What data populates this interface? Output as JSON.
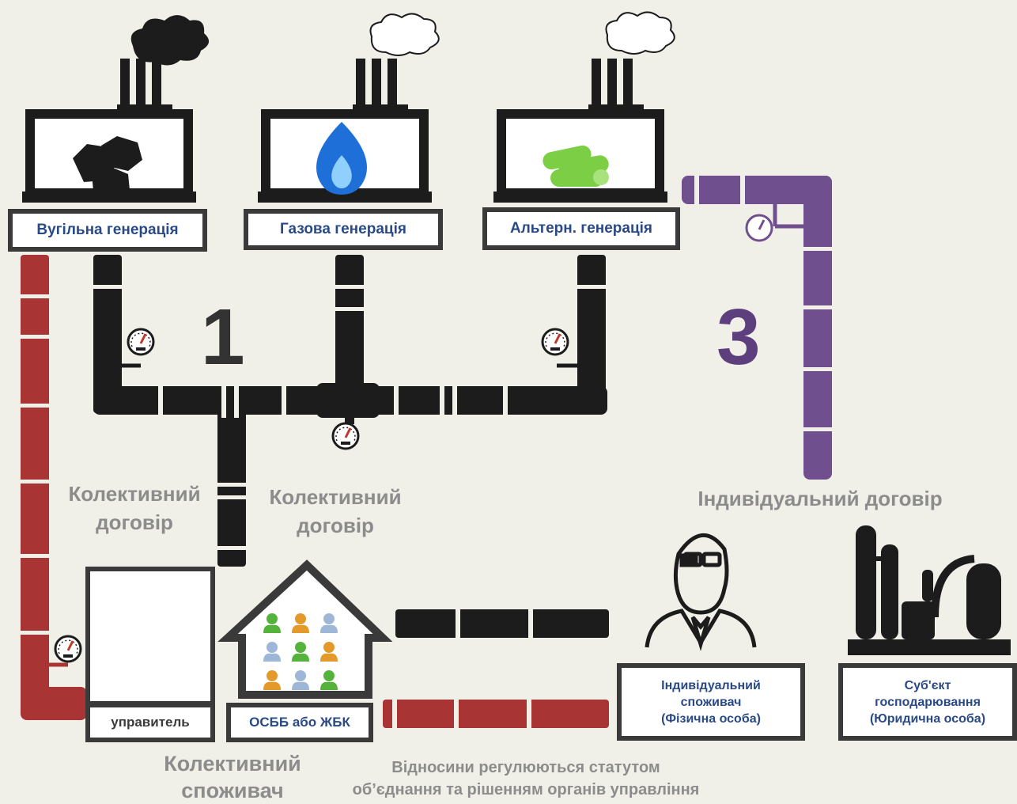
{
  "generators": {
    "coal": "Вугільна генерація",
    "gas": "Газова генерація",
    "alt": "Альтерн. генерація"
  },
  "numbers": {
    "one": "1",
    "three": "3"
  },
  "contracts": {
    "collective_left": "Колективний договір",
    "collective_mid": "Колективний договір",
    "individual": "Індивідуальний договір"
  },
  "consumers": {
    "manager": "управитель",
    "osbb": "ОСББ або ЖБК",
    "individual_line1": "Індивідуальний",
    "individual_line2": "споживач",
    "individual_line3": "(Фізична особа)",
    "entity_line1": "Суб'єкт",
    "entity_line2": "господарювання",
    "entity_line3": "(Юридична особа)"
  },
  "captions": {
    "collective_consumer": "Колективний споживач",
    "relations_line1": "Відносини регулюються статутом",
    "relations_line2": "об’єднання та рішенням органів управління"
  },
  "colors": {
    "pipe_black": "#1c1c1c",
    "pipe_red": "#a83434",
    "pipe_purple": "#6f4f8e",
    "label_text": "#2a4a86",
    "caption_gray": "#8c8c8c",
    "number_dark": "#333333",
    "number_purple": "#5e3f7e"
  },
  "icons": [
    "coal-icon",
    "gas-flame-icon",
    "pellet-icon",
    "pressure-gauge-icon",
    "valve-icon",
    "house-icon",
    "businessman-icon",
    "factory-icon",
    "smoke-cloud-icon"
  ]
}
